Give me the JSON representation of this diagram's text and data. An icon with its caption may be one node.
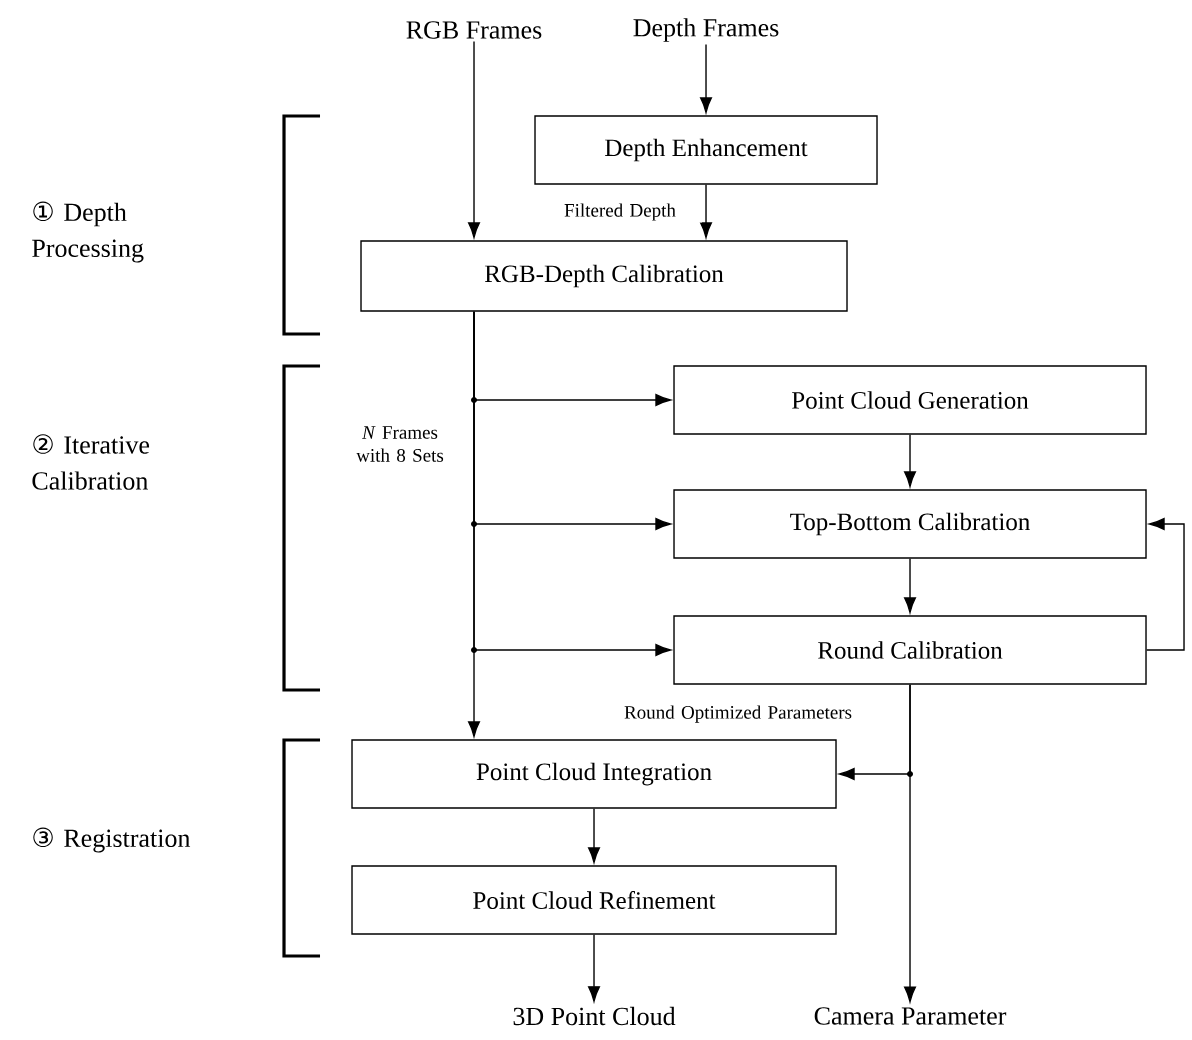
{
  "diagram": {
    "nodes": [
      {
        "text": [
          "RGB Frames"
        ]
      },
      {
        "text": [
          "Depth Frames"
        ]
      },
      {
        "text": [
          "Depth Enhancement"
        ]
      },
      {
        "text": [
          "RGB-Depth Calibration"
        ]
      },
      {
        "text": [
          "Point Cloud Generation"
        ]
      },
      {
        "text": [
          "Top-Bottom Calibration"
        ]
      },
      {
        "text": [
          "Round Calibration"
        ]
      },
      {
        "text": [
          "Point Cloud Integration"
        ]
      },
      {
        "text": [
          "Point Cloud Refinement"
        ]
      },
      {
        "text": [
          "3D Point Cloud"
        ]
      },
      {
        "text": [
          "Camera Parameter"
        ]
      }
    ],
    "edges": [
      {
        "from": 0,
        "to": 3,
        "arrow": "to"
      },
      {
        "from": 1,
        "to": 2,
        "arrow": "to"
      },
      {
        "from": 2,
        "to": 3,
        "arrow": "to",
        "label": "Filtered Depth"
      },
      {
        "from": 3,
        "to": 4,
        "arrow": "to"
      },
      {
        "from": 3,
        "to": 5,
        "arrow": "to"
      },
      {
        "from": 3,
        "to": 6,
        "arrow": "to"
      },
      {
        "from": 3,
        "to": 7,
        "arrow": "to",
        "label": "*N* Frames with 8 Sets"
      },
      {
        "from": 4,
        "to": 5,
        "arrow": "to"
      },
      {
        "from": 5,
        "to": 6,
        "arrow": "to"
      },
      {
        "from": 6,
        "to": 5,
        "arrow": "to"
      },
      {
        "from": 6,
        "to": 10,
        "arrow": "to",
        "label": "Round Optimized Parameters"
      },
      {
        "from": 6,
        "to": 7,
        "arrow": "to"
      },
      {
        "from": 7,
        "to": 8,
        "arrow": "to"
      },
      {
        "from": 8,
        "to": 9,
        "arrow": "to"
      }
    ],
    "labels": [
      "① Depth Processing",
      "② Iterative Calibration",
      "③ Registration"
    ]
  }
}
